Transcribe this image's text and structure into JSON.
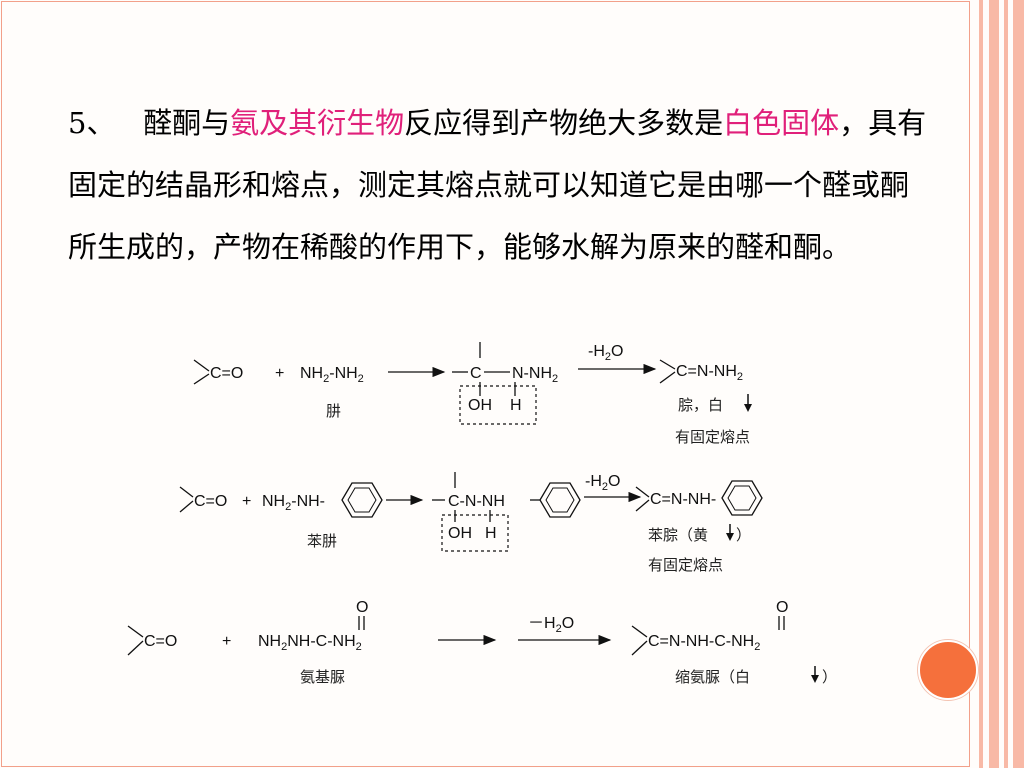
{
  "paragraph": {
    "number": "5、",
    "s1": "醛酮与",
    "h1": "氨及其衍生物",
    "s2": "反应得到产物绝大多数是",
    "h2": "白色固体",
    "s3": "，具有固定的结晶形和熔点，测定其熔点就可以知道它是由哪一个醛或酮所生成的，产物在稀酸的作用下，能够水解为原来的醛和酮。"
  },
  "reactions": [
    {
      "reagent_name": "肼",
      "condition": "-H",
      "condition_sub": "2",
      "condition_tail": "O",
      "product_note1": "腙，白",
      "product_note2": "有固定熔点"
    },
    {
      "reagent_name": "苯肼",
      "condition": "-H",
      "condition_sub": "2",
      "condition_tail": "O",
      "product_note1": "苯腙（黄",
      "product_note1_end": "）",
      "product_note2": "有固定熔点"
    },
    {
      "reagent_name": "氨基脲",
      "condition": "－H",
      "condition_sub": "2",
      "condition_tail": "O",
      "product_note1": "缩氨脲（白",
      "product_note1_end": "）"
    }
  ],
  "formula": {
    "carbonyl": "C=O",
    "plus": "+",
    "hydrazine_a": "NH",
    "hydrazine_b": "-NH",
    "sub2": "2",
    "c": "C",
    "nnh": "N-NH",
    "oh": "OH",
    "h": "H",
    "cnnh": "C=N-NH",
    "nh2nh": "NH",
    "nh_dash": "-NH-",
    "c_dash_n": "C-N-NH-",
    "nh2nhc": "NH",
    "nh_c": "NH-C-NH",
    "o": "O",
    "c_n_nh_c": "C=N-NH-C-NH",
    "c_nnh": "C=N-NH-",
    "cnnh_ph": "C-N-NH"
  },
  "colors": {
    "highlight": "#e0207a",
    "accent_circle": "#f5703c",
    "frame": "#f2a08a"
  }
}
